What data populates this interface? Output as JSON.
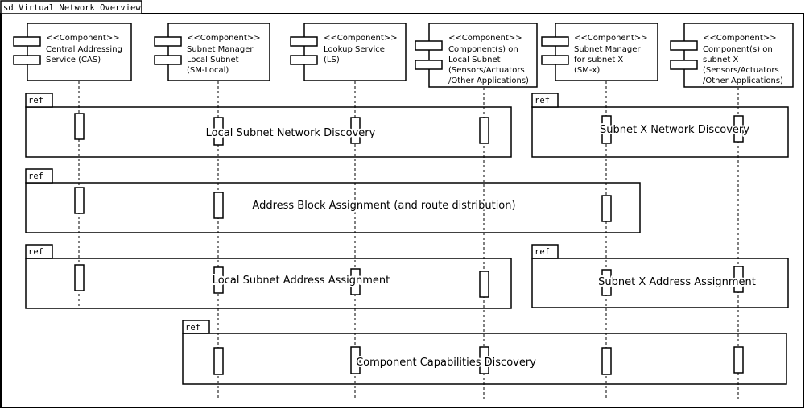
{
  "frame": {
    "title": "sd Virtual Network Overview"
  },
  "lifelines": [
    {
      "id": "cas",
      "lines": [
        "<<Component>>",
        "Central Addressing",
        "Service (CAS)"
      ]
    },
    {
      "id": "sm-local",
      "lines": [
        "<<Component>>",
        "Subnet Manager",
        "Local Subnet",
        "(SM-Local)"
      ]
    },
    {
      "id": "ls",
      "lines": [
        "<<Component>>",
        "Lookup Service",
        "(LS)"
      ]
    },
    {
      "id": "comp-local",
      "lines": [
        "<<Component>>",
        "Component(s) on",
        "Local Subnet",
        "(Sensors/Actuators",
        "/Other Applications)"
      ]
    },
    {
      "id": "sm-x",
      "lines": [
        "<<Component>>",
        "Subnet Manager",
        "for subnet X",
        "(SM-x)"
      ]
    },
    {
      "id": "comp-x",
      "lines": [
        "<<Component>>",
        "Component(s) on",
        "subnet X",
        "(Sensors/Actuators",
        "/Other Applications)"
      ]
    }
  ],
  "fragments": [
    {
      "tag": "ref",
      "label": "Local Subnet Network Discovery"
    },
    {
      "tag": "ref",
      "label": "Subnet X Network Discovery"
    },
    {
      "tag": "ref",
      "label": "Address Block Assignment (and route distribution)"
    },
    {
      "tag": "ref",
      "label": "Local Subnet Address Assignment"
    },
    {
      "tag": "ref",
      "label": "Subnet X Address Assignment"
    },
    {
      "tag": "ref",
      "label": "Component Capabilities Discovery"
    }
  ]
}
